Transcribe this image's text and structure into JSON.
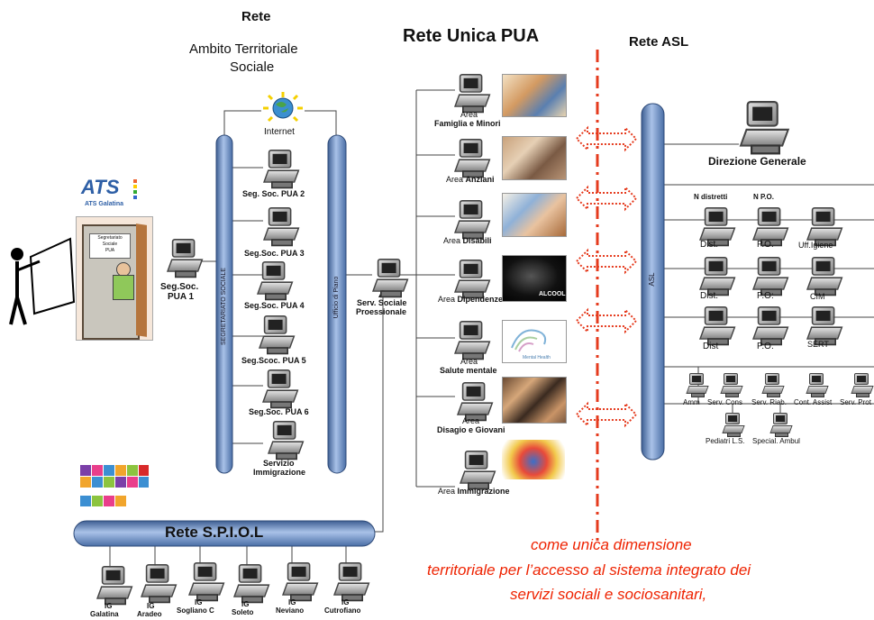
{
  "titles": {
    "rete": "Rete",
    "ambito": "Ambito Territoriale",
    "sociale": "Sociale",
    "pua": "Rete Unica PUA",
    "asl": "Rete ASL"
  },
  "logo_left": {
    "ats": "ATS Galatina",
    "sign1": "Segretariato",
    "sign2": "Sociale",
    "sign3": "PUA"
  },
  "left_nodes": {
    "internet": "Internet",
    "seg1a": "Seg.Soc.",
    "seg1b": "PUA 1",
    "pua2": "Seg. Soc. PUA 2",
    "pua3": "Seg.Soc. PUA 3",
    "pua4": "Seg.Soc. PUA 4",
    "pua5": "Seg.Scoc. PUA 5",
    "pua6": "Seg.Soc. PUA 6",
    "imm1": "Servizio",
    "imm2": "Immigrazione",
    "bus_left": "SEGRETARIATO SOCIALE",
    "bus_right": "Ufficio di Piano",
    "serv1": "Serv. Sociale",
    "serv2": "Proessionale"
  },
  "areas": [
    {
      "l1": "Area",
      "l2": "Famiglia e Minori"
    },
    {
      "l1": "Area",
      "l2": "Anziani"
    },
    {
      "l1": "Area",
      "l2": "Disabili"
    },
    {
      "l1": "Area",
      "l2": "Dipendenze"
    },
    {
      "l1": "Area",
      "l2": "Salute mentale"
    },
    {
      "l1": "Area",
      "l2": "Disagio e Giovani"
    },
    {
      "l1": "Area",
      "l2": "Immigrazione"
    }
  ],
  "photo_labels": {
    "alcool": "ALCOOL",
    "mental": "Mental Health"
  },
  "asl": {
    "bus": "ASL",
    "direzione": "Direzione Generale",
    "n_distretti": "N distretti",
    "n_po": "N P.O.",
    "grid": [
      [
        "Dist.",
        "P.O.",
        "Uff.Igiene"
      ],
      [
        "Dist.",
        "P.O:",
        "CIM"
      ],
      [
        "Dist",
        "P.O.",
        "SERT"
      ]
    ],
    "row4": [
      "Amm",
      "Serv. Cons",
      "Serv. Riab.",
      "Cont. Assist",
      "Serv. Prot"
    ],
    "row5": [
      "Pediatri L.S.",
      "Special. Ambul"
    ]
  },
  "spiol": {
    "title": "Rete S.P.I.O.L",
    "nodes": [
      {
        "l1": "IG",
        "l2": "Galatina"
      },
      {
        "l1": "IG",
        "l2": "Aradeo"
      },
      {
        "l1": "IG",
        "l2": "Sogliano C"
      },
      {
        "l1": "IG",
        "l2": "Soleto"
      },
      {
        "l1": "IG",
        "l2": "Neviano"
      },
      {
        "l1": "IG",
        "l2": "Cutrofiano"
      }
    ]
  },
  "caption": [
    "come unica dimensione",
    "territoriale per l’accesso al sistema integrato dei",
    "servizi sociali e sociosanitari,"
  ],
  "colors": {
    "bus_fill": "#7f9fcf",
    "bus_dark": "#3e5f93",
    "arrow": "#e53b1e",
    "divider": "#e53b1e",
    "caption": "#ee2200"
  }
}
